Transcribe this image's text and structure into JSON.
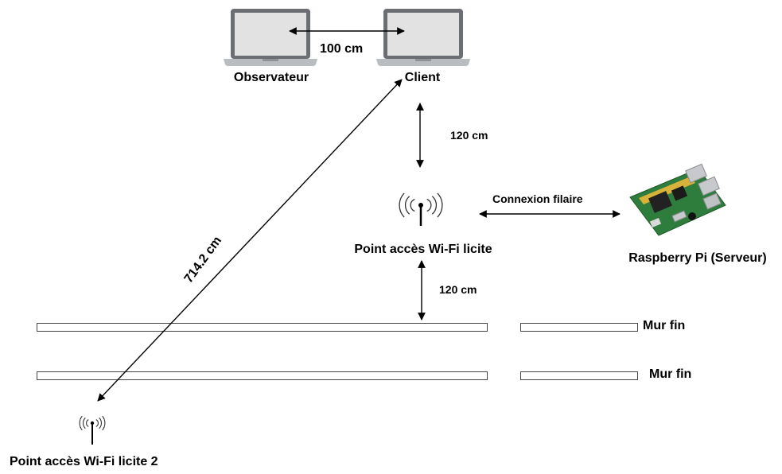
{
  "devices": {
    "observer_label": "Observateur",
    "client_label": "Client",
    "ap_label": "Point accès Wi-Fi licite",
    "ap2_label": "Point accès Wi-Fi licite 2",
    "raspberry_label": "Raspberry Pi (Serveur)"
  },
  "measurements": {
    "laptop_distance": "100 cm",
    "client_to_ap": "120 cm",
    "ap_to_wall": "120 cm",
    "diagonal": "714.2 cm"
  },
  "connections": {
    "wired_label": "Connexion filaire"
  },
  "walls": {
    "wall1_label": "Mur fin",
    "wall2_label": "Mur fin"
  },
  "colors": {
    "laptop_body": "#6b6e72",
    "laptop_screen": "#e2e2e2",
    "laptop_base": "#b9bcc0",
    "pcb_green": "#2f7d3c",
    "line": "#000000"
  }
}
